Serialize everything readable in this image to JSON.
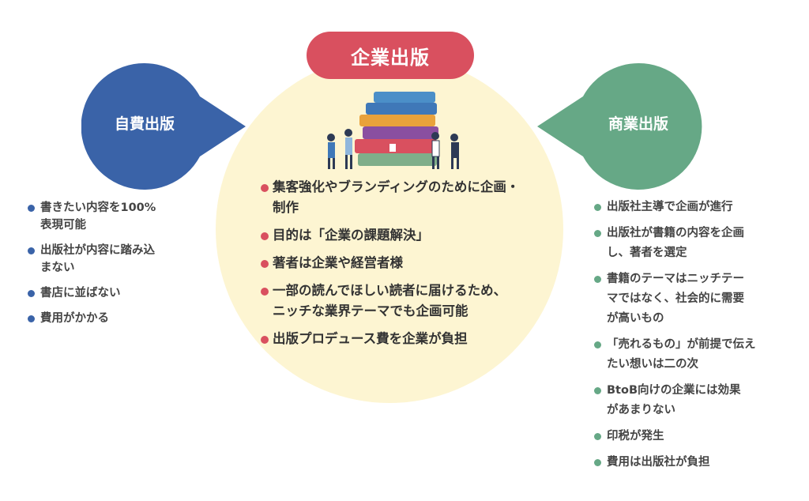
{
  "center": {
    "title": "企業出版",
    "items": [
      [
        "集客強化やブランディングのために企画・",
        "制作"
      ],
      [
        "目的は「企業の課題解決」"
      ],
      [
        "著者は企業や経営者様"
      ],
      [
        "一部の読んでほしい読者に届けるため、",
        "ニッチな業界テーマでも企画可能"
      ],
      [
        "出版プロデュース費を企業が負担"
      ]
    ]
  },
  "left": {
    "title": "自費出版",
    "items": [
      [
        "書きたい内容を100%",
        "表現可能"
      ],
      [
        "出版社が内容に踏み込",
        "まない"
      ],
      [
        "書店に並ばない"
      ],
      [
        "費用がかかる"
      ]
    ]
  },
  "right": {
    "title": "商業出版",
    "items": [
      [
        "出版社主導で企画が進行"
      ],
      [
        "出版社が書籍の内容を企画",
        "し、著者を選定"
      ],
      [
        "書籍のテーマはニッチテー",
        "マではなく、社会的に需要",
        "が高いもの"
      ],
      [
        "「売れるもの」が前提で伝え",
        "たい想いは二の次"
      ],
      [
        "BtoB向けの企業には効果",
        "があまりない"
      ],
      [
        "印税が発生"
      ],
      [
        "費用は出版社が負担"
      ]
    ]
  },
  "colors": {
    "blue": "#3a63a8",
    "green": "#66a886",
    "red": "#d9505f",
    "yellow": "#fdf5d2"
  }
}
